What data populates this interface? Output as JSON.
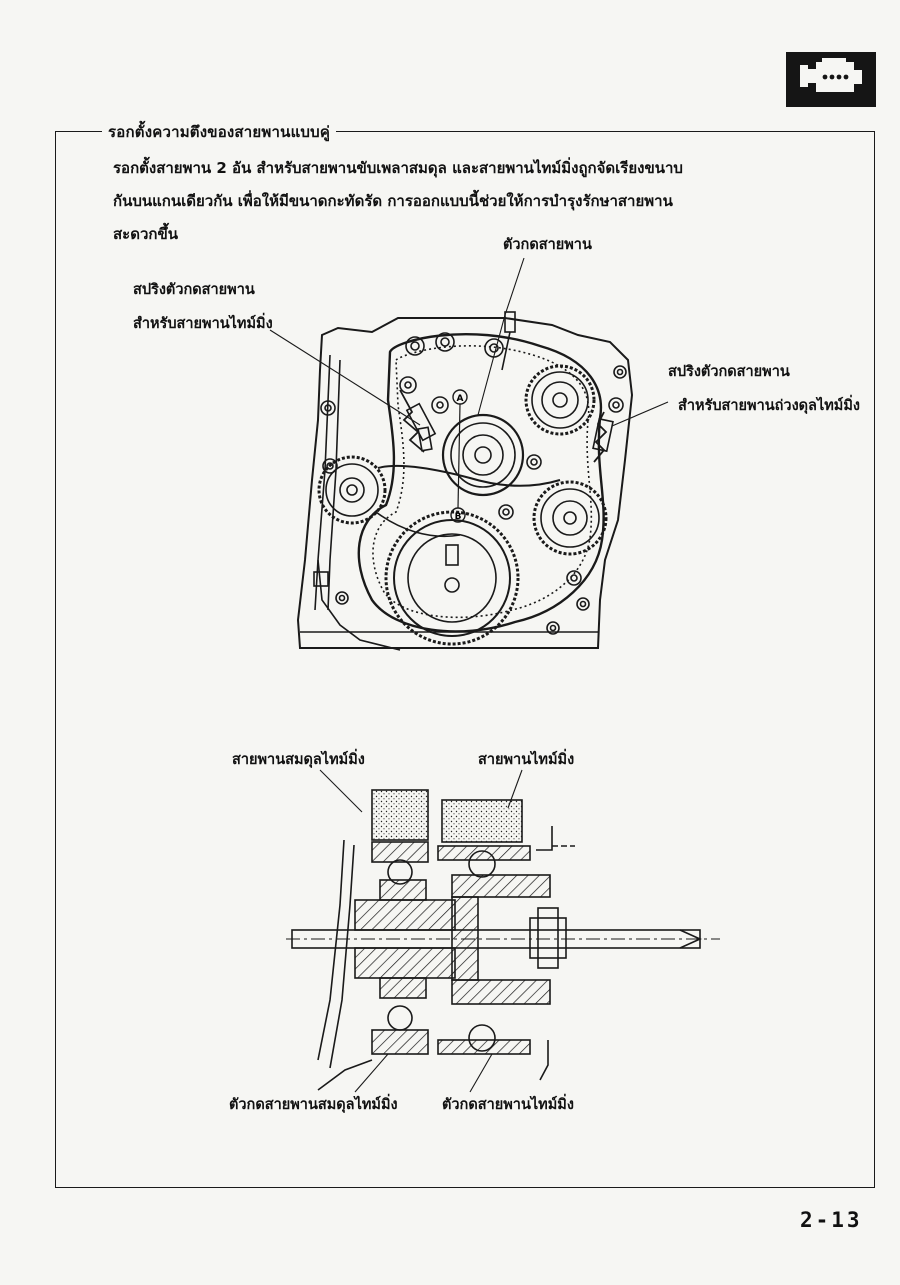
{
  "header": {
    "icon": "engine-icon",
    "section_title": "รอกตั้งความตึงของสายพานแบบคู่"
  },
  "intro": {
    "lines": [
      "รอกตั้งสายพาน 2 อัน สำหรับสายพานขับเพลาสมดุล และสายพานไทม์มิ่งถูกจัดเรียงขนาบ",
      "กันบนแกนเดียวกัน   เพื่อให้มีขนาดกะทัดรัด  การออกแบบนี้ช่วยให้การบำรุงรักษาสายพาน",
      "สะดวกขึ้น"
    ]
  },
  "figure_top": {
    "tensioner_label": "ตัวกดสายพาน",
    "spring_timing_line1": "สปริงตัวกดสายพาน",
    "spring_timing_line2": "สำหรับสายพานไทม์มิ่ง",
    "spring_balancer_line1": "สปริงตัวกดสายพาน",
    "spring_balancer_line2": "สำหรับสายพานถ่วงดุลไทม์มิ่ง",
    "marker_a": "A",
    "marker_b": "B"
  },
  "figure_bottom": {
    "balancer_belt_label": "สายพานสมดุลไทม์มิ่ง",
    "timing_belt_label": "สายพานไทม์มิ่ง",
    "balancer_tensioner_label": "ตัวกดสายพานสมดุลไทม์มิ่ง",
    "timing_tensioner_label": "ตัวกดสายพานไทม์มิ่ง"
  },
  "footer": {
    "page_number": "2-13"
  }
}
